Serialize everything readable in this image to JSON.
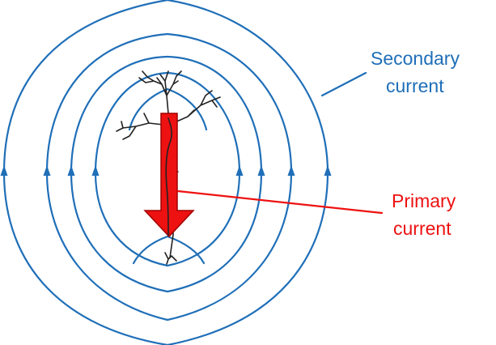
{
  "labels": {
    "secondary_line1": "Secondary",
    "secondary_line2": "current",
    "primary_line1": "Primary",
    "primary_line2": "current"
  },
  "colors": {
    "secondary": "#1f6fb8",
    "primary": "#ee1111",
    "primary_outline": "#a00000",
    "neuron": "#222222",
    "background": "#ffffff"
  }
}
